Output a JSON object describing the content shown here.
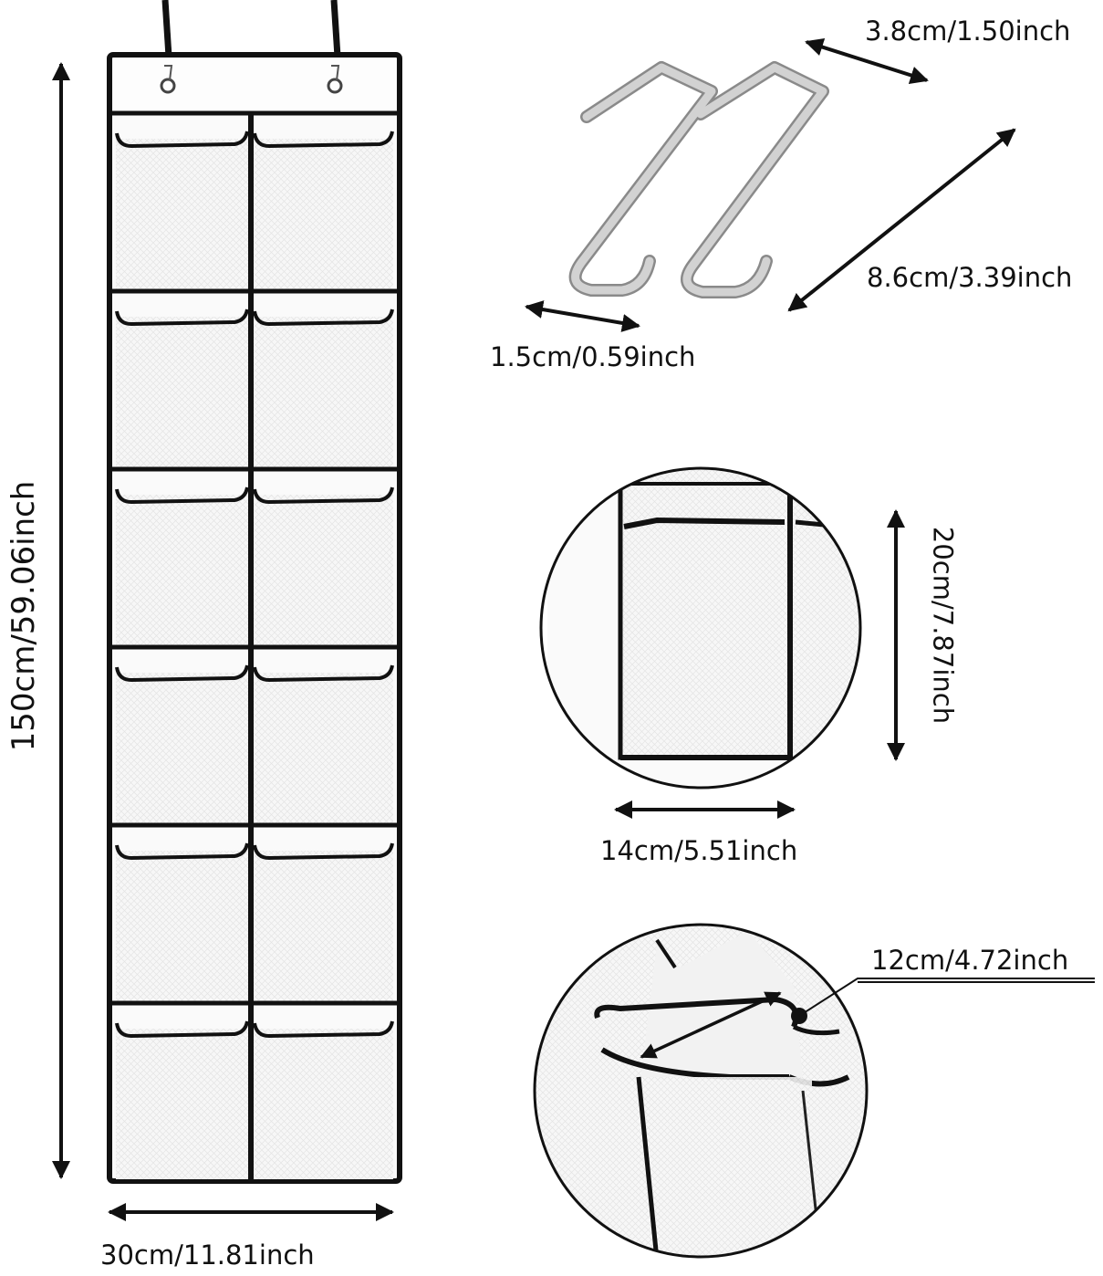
{
  "dimensions": {
    "organizer_height": "150cm/59.06inch",
    "organizer_width": "30cm/11.81inch",
    "hook_width": "3.8cm/1.50inch",
    "hook_length": "8.6cm/3.39inch",
    "hook_thickness": "1.5cm/0.59inch",
    "pocket_height": "20cm/7.87inch",
    "pocket_width": "14cm/5.51inch",
    "pocket_depth": "12cm/4.72inch"
  },
  "organizer": {
    "rows": 6,
    "columns": 2
  },
  "colors": {
    "trim": "#111111",
    "mesh": "#f6f6f6",
    "panel": "#fafafa",
    "hook": "#c4c4c4",
    "arrow": "#111111"
  }
}
